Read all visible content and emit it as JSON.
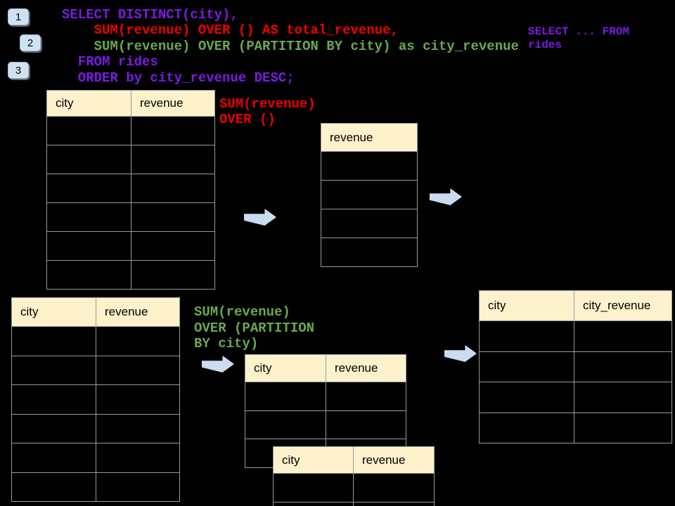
{
  "colors": {
    "background": "#000000",
    "sql_purple": "#7B1BE2",
    "sql_red": "#EE0000",
    "sql_green": "#6AA84F",
    "badge_blue": "#CFE2F3",
    "arrow_blue": "#C9DCF0",
    "table_header_fill": "#FDF2CC",
    "table_border": "#9A9A9A"
  },
  "badges": [
    "1",
    "2",
    "3"
  ],
  "sql_code": {
    "lines": [
      {
        "text": "SELECT DISTINCT(city),",
        "color": "#7B1BE2"
      },
      {
        "text": "    SUM(revenue) OVER () AS total_revenue,",
        "color": "#EE0000"
      },
      {
        "text": "    SUM(revenue) OVER (PARTITION BY city) as city_revenue",
        "color": "#6AA84F"
      },
      {
        "text": "  FROM rides",
        "color": "#7B1BE2"
      },
      {
        "text": "  ORDER by city_revenue DESC;",
        "color": "#7B1BE2"
      }
    ]
  },
  "from_note": {
    "lines": [
      {
        "text": "SELECT ... FROM",
        "color": "#7B1BE2"
      },
      {
        "text": "rides",
        "color": "#7B1BE2"
      }
    ]
  },
  "annotation_total": {
    "lines": [
      {
        "text": "SUM(revenue)",
        "color": "#EE0000"
      },
      {
        "text": "OVER ()",
        "color": "#EE0000"
      }
    ]
  },
  "annotation_partition": {
    "lines": [
      {
        "text": "SUM(revenue)",
        "color": "#6AA84F"
      },
      {
        "text": "OVER (PARTITION",
        "color": "#6AA84F"
      },
      {
        "text": "BY city)",
        "color": "#6AA84F"
      }
    ]
  },
  "tables": {
    "source_top": {
      "headers": [
        "city",
        "revenue"
      ],
      "empty_rows": 6
    },
    "total_revenue": {
      "headers": [
        "revenue"
      ],
      "empty_rows": 4
    },
    "source_bottom": {
      "headers": [
        "city",
        "revenue"
      ],
      "empty_rows": 6
    },
    "partition_1": {
      "headers": [
        "city",
        "revenue"
      ],
      "empty_rows": 3
    },
    "partition_2": {
      "headers": [
        "city",
        "revenue"
      ],
      "empty_rows": 2
    },
    "city_revenue_result": {
      "headers": [
        "city",
        "city_revenue"
      ],
      "empty_rows": 4
    }
  }
}
